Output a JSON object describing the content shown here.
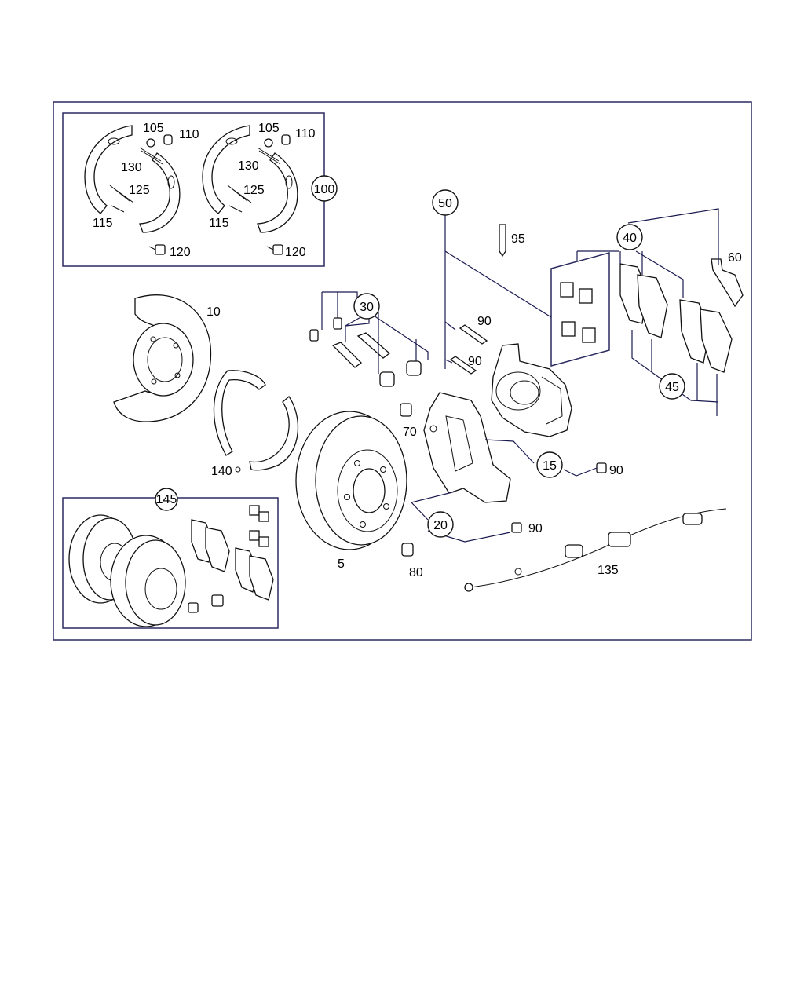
{
  "labels": {
    "p5": "5",
    "p10": "10",
    "p15": "15",
    "p20": "20",
    "p30": "30",
    "p40": "40",
    "p45": "45",
    "p50": "50",
    "p60": "60",
    "p70": "70",
    "p80": "80",
    "p90a": "90",
    "p90b": "90",
    "p90c": "90",
    "p90d": "90",
    "p95": "95",
    "p100": "100",
    "p105a": "105",
    "p105b": "105",
    "p110a": "110",
    "p110b": "110",
    "p115a": "115",
    "p115b": "115",
    "p120a": "120",
    "p120b": "120",
    "p125a": "125",
    "p125b": "125",
    "p130a": "130",
    "p130b": "130",
    "p135": "135",
    "p140": "140",
    "p145": "145"
  }
}
